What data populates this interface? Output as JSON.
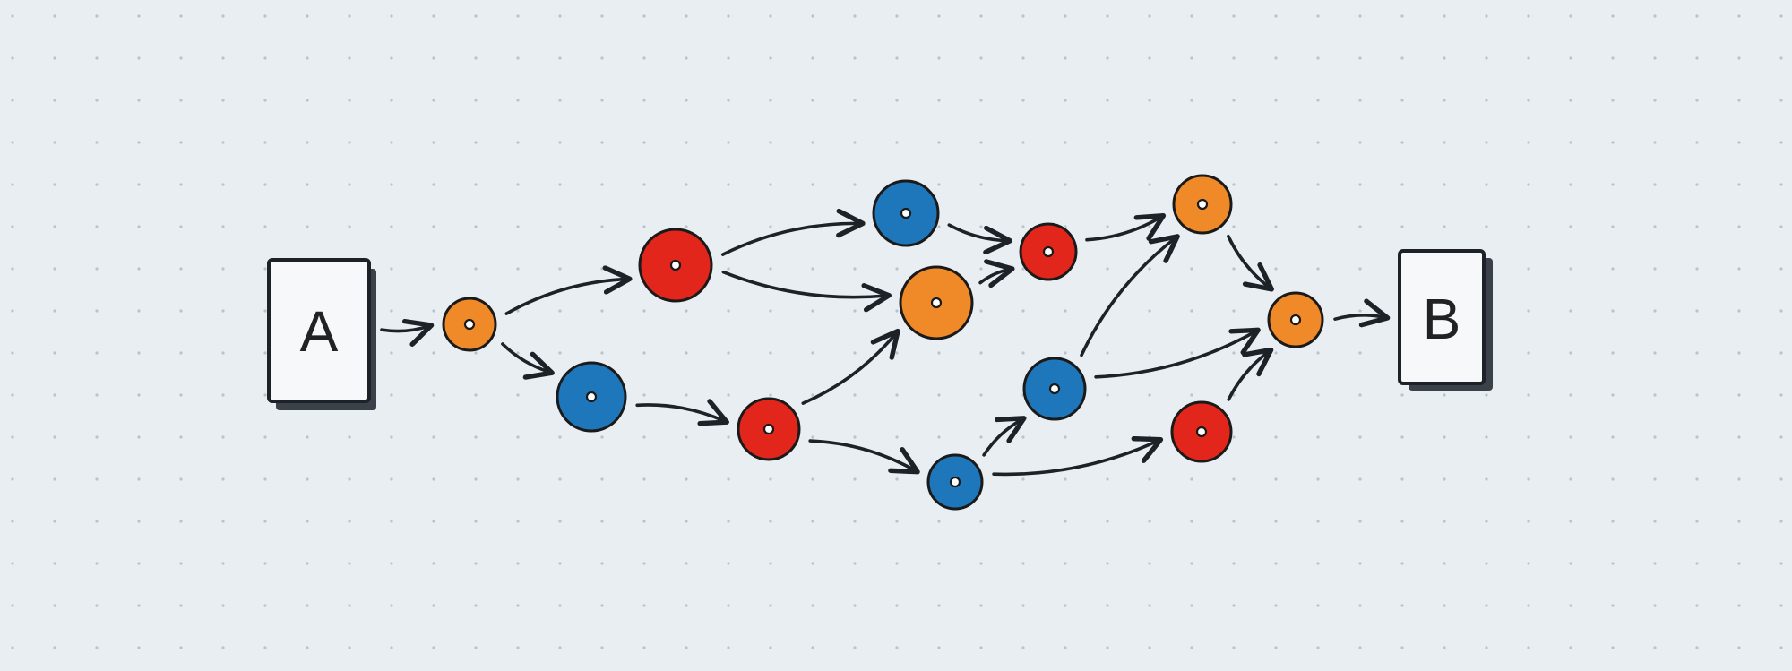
{
  "diagram": {
    "start_box": {
      "label": "A"
    },
    "end_box": {
      "label": "B"
    },
    "colors": {
      "paper": "#e9eef2",
      "dot_grid": "#b9c3cc",
      "ink": "#1d2228",
      "box_fill": "#f7f8f9",
      "box_shadow": "#3a4148",
      "orange": "#f08a28",
      "red": "#e3261b",
      "blue": "#1f77bb",
      "node_outline": "#1a1a1a"
    },
    "nodes": [
      {
        "id": "n1",
        "color": "orange"
      },
      {
        "id": "n2",
        "color": "red"
      },
      {
        "id": "n3",
        "color": "blue"
      },
      {
        "id": "n4",
        "color": "blue"
      },
      {
        "id": "n5",
        "color": "orange"
      },
      {
        "id": "n6",
        "color": "red"
      },
      {
        "id": "n7",
        "color": "red"
      },
      {
        "id": "n8",
        "color": "blue"
      },
      {
        "id": "n9",
        "color": "orange"
      },
      {
        "id": "n10",
        "color": "blue"
      },
      {
        "id": "n11",
        "color": "red"
      },
      {
        "id": "n12",
        "color": "orange"
      }
    ],
    "edges": [
      [
        "A",
        "n1"
      ],
      [
        "n1",
        "n2"
      ],
      [
        "n1",
        "n3"
      ],
      [
        "n2",
        "n4"
      ],
      [
        "n2",
        "n5"
      ],
      [
        "n3",
        "n6"
      ],
      [
        "n6",
        "n5"
      ],
      [
        "n6",
        "n8"
      ],
      [
        "n4",
        "n7"
      ],
      [
        "n5",
        "n7"
      ],
      [
        "n7",
        "n9"
      ],
      [
        "n8",
        "n10"
      ],
      [
        "n8",
        "n11"
      ],
      [
        "n10",
        "n9"
      ],
      [
        "n10",
        "n12"
      ],
      [
        "n11",
        "n12"
      ],
      [
        "n9",
        "n12"
      ],
      [
        "n12",
        "B"
      ]
    ]
  }
}
